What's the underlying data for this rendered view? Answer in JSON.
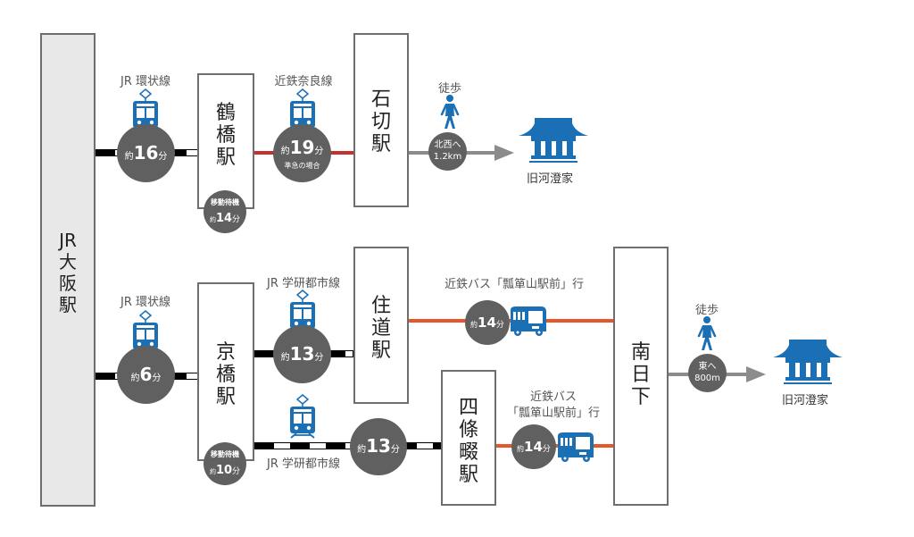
{
  "colors": {
    "icon_blue": "#1a6fb5",
    "circle_gray": "#606060",
    "kintetsu_red": "#c9302c",
    "bus_orange": "#e8552a",
    "walk_gray": "#8c8c8c"
  },
  "stations": {
    "osaka": "JR\n大\n阪\n駅",
    "tsuruhashi": "鶴\n橋\n駅",
    "ishikiri": "石\n切\n駅",
    "kyobashi": "京\n橋\n駅",
    "suminodo": "住\n道\n駅",
    "shijonawate": "四\n條\n畷\n駅",
    "minamikusaka": "南\n日\n下"
  },
  "route1": {
    "leg1": {
      "line": "JR 環状線",
      "prefix": "約",
      "minutes": "16",
      "unit": "分"
    },
    "transfer": {
      "label": "移動待機",
      "prefix": "約",
      "minutes": "14",
      "unit": "分"
    },
    "leg2": {
      "line": "近鉄奈良線",
      "prefix": "約",
      "minutes": "19",
      "unit": "分",
      "note": "準急の場合"
    },
    "walk": {
      "label": "徒歩",
      "direction": "北西へ",
      "distance": "1.2km"
    },
    "destination": "旧河澄家"
  },
  "route2": {
    "leg1": {
      "line": "JR 環状線",
      "prefix": "約",
      "minutes": "6",
      "unit": "分"
    },
    "transfer": {
      "label": "移動待機",
      "prefix": "約",
      "minutes": "10",
      "unit": "分"
    },
    "leg2a": {
      "line": "JR 学研都市線",
      "prefix": "約",
      "minutes": "13",
      "unit": "分"
    },
    "bus_a": {
      "line": "近鉄バス「瓢箪山駅前」行",
      "prefix": "約",
      "minutes": "14",
      "unit": "分"
    },
    "leg2b": {
      "line": "JR 学研都市線",
      "prefix": "約",
      "minutes": "13",
      "unit": "分"
    },
    "bus_b": {
      "line1": "近鉄バス",
      "line2": "「瓢箪山駅前」行",
      "prefix": "約",
      "minutes": "14",
      "unit": "分"
    },
    "walk": {
      "label": "徒歩",
      "direction": "東へ",
      "distance": "800m"
    },
    "destination": "旧河澄家"
  }
}
